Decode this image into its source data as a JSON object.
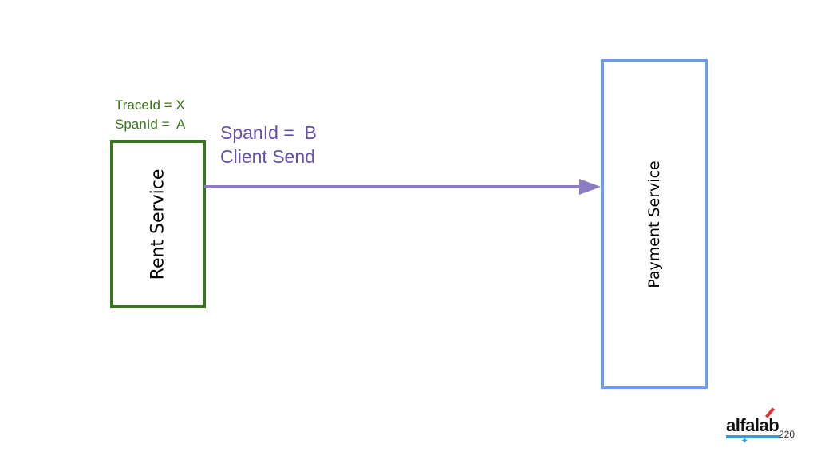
{
  "rent_service": {
    "label": "Rent Service",
    "trace_id": "TraceId = X",
    "span_id": "SpanId =  A"
  },
  "payment_service": {
    "label": "Payment Service"
  },
  "call": {
    "span_id": "SpanId =  B",
    "event": "Client Send"
  },
  "footer": {
    "logo": "alfalab",
    "page_number": "220"
  },
  "colors": {
    "rent_border": "#38761d",
    "payment_border": "#6d9eeb",
    "arrow": "#8e7cc3",
    "span_text": "#674ea7"
  }
}
